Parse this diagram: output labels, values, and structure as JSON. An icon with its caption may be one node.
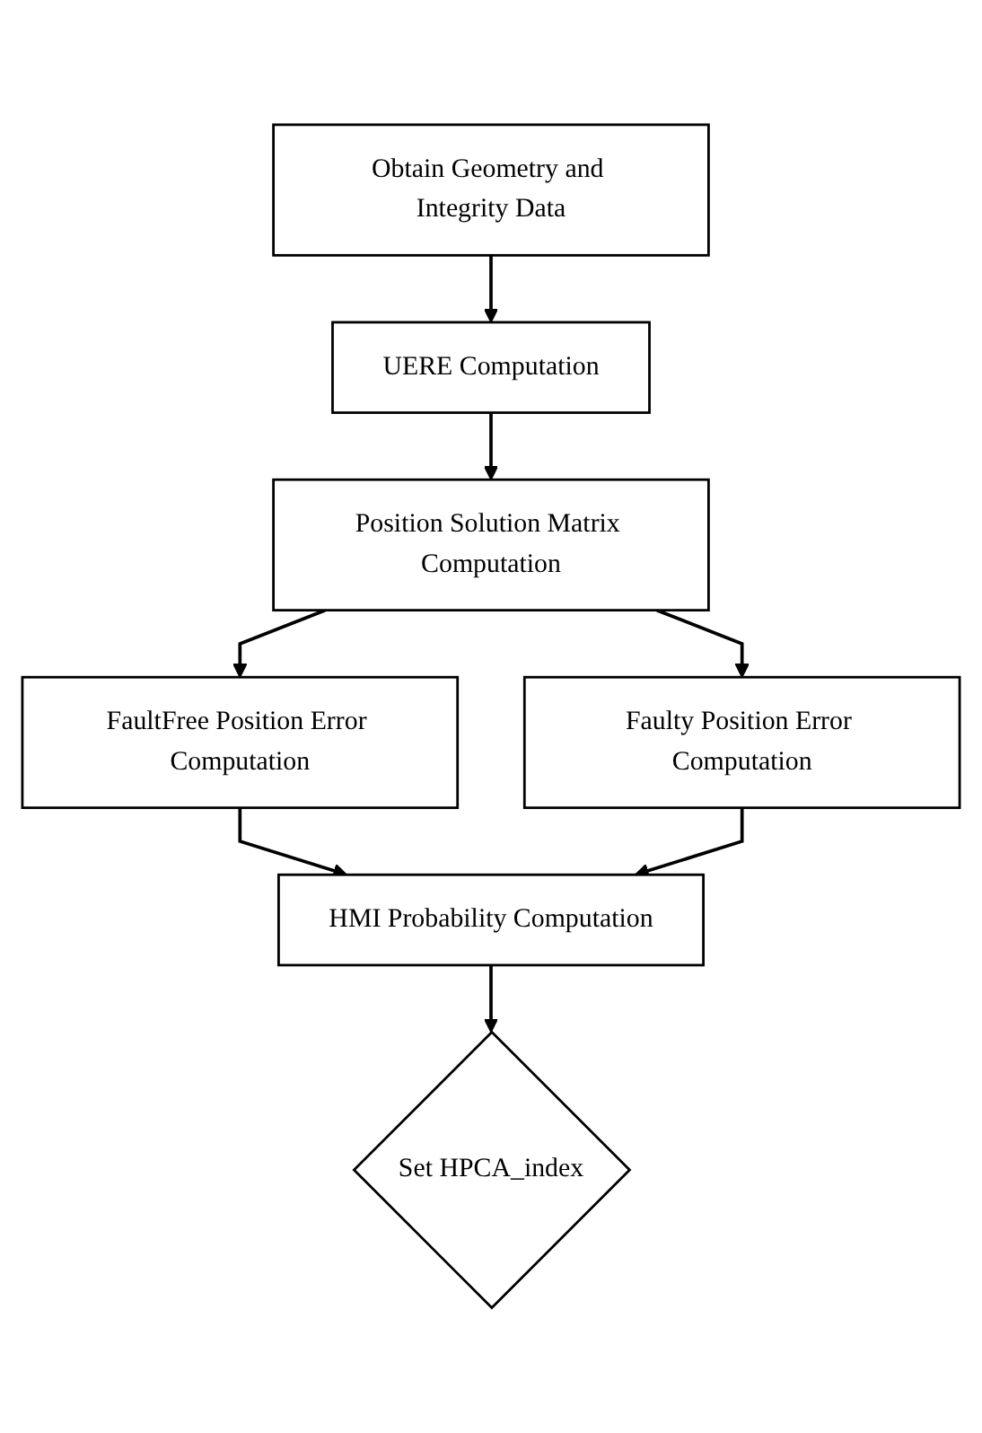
{
  "diagram": {
    "nodes": [
      {
        "text": [
          "Obtain Geometry and Integrity Data"
        ]
      },
      {
        "text": [
          "UERE Computation"
        ]
      },
      {
        "text": [
          "Position Solution Matrix Computation"
        ]
      },
      {
        "text": [
          "FaultFree Position Error Computation"
        ]
      },
      {
        "text": [
          "Faulty Position Error Computation"
        ]
      },
      {
        "text": [
          "HMI Probability Computation"
        ]
      },
      {
        "text": [
          "Set HPCA_index"
        ]
      }
    ],
    "edges": [
      {
        "from": 0,
        "to": 1,
        "arrow": "to"
      },
      {
        "from": 1,
        "to": 2,
        "arrow": "to"
      },
      {
        "from": 2,
        "to": 3,
        "arrow": "to"
      },
      {
        "from": 2,
        "to": 4,
        "arrow": "to"
      },
      {
        "from": 3,
        "to": 5,
        "arrow": "to"
      },
      {
        "from": 4,
        "to": 5,
        "arrow": "to"
      },
      {
        "from": 5,
        "to": 6,
        "arrow": "to"
      }
    ]
  }
}
